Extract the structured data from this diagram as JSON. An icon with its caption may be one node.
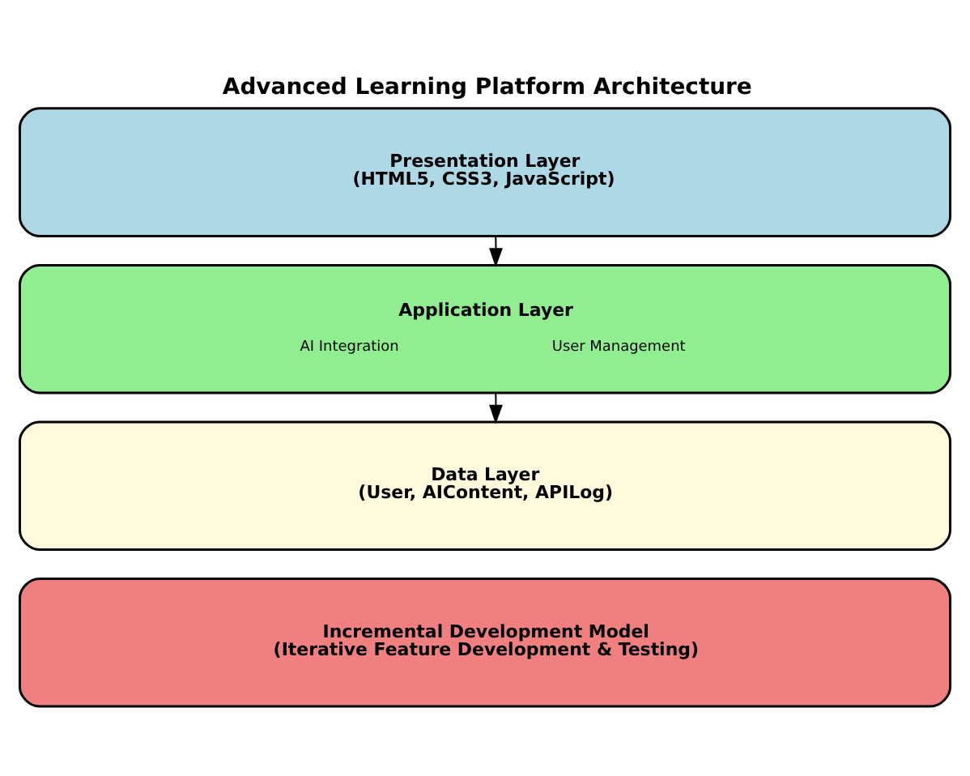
{
  "diagram": {
    "title": "Advanced Learning Platform Architecture",
    "nodes": [
      {
        "text": [
          "Presentation Layer",
          "(HTML5, CSS3, JavaScript)"
        ]
      },
      {
        "text": [
          "Application Layer",
          "AI Integration",
          "User Management"
        ]
      },
      {
        "text": [
          "Data Layer",
          "(User, AIContent, APILog)"
        ]
      },
      {
        "text": [
          "Incremental Development Model",
          "(Iterative Feature Development & Testing)"
        ]
      }
    ],
    "edges": [
      {
        "from": 0,
        "to": 1,
        "arrow": "to"
      },
      {
        "from": 1,
        "to": 2,
        "arrow": "to"
      }
    ]
  }
}
